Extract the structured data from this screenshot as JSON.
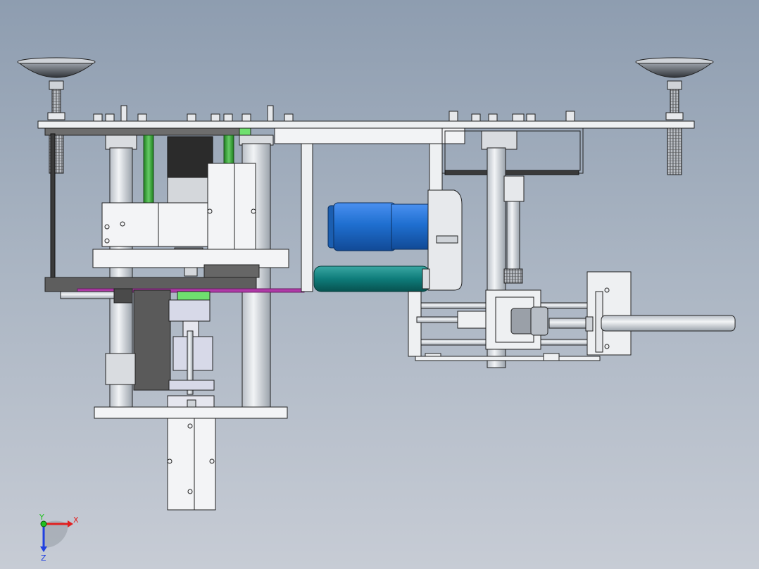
{
  "viewport": {
    "background_top": "#8e9db0",
    "background_bottom": "#c7ccd5"
  },
  "model": {
    "colors": {
      "frame": "#e9ebee",
      "frame_edge": "#2a2a2a",
      "steel": "#d3d7dd",
      "dark_plate": "#5a5a5a",
      "motor_blue": "#1f6fd0",
      "roller_teal": "#0e7c7a",
      "guide_green": "#3fae3f",
      "belt_magenta": "#b03aa8",
      "bright_green": "#6fe06f"
    }
  },
  "triad": {
    "x_label": "X",
    "y_label": "Y",
    "z_label": "Z",
    "x_color": "#e02020",
    "y_color": "#20c020",
    "z_color": "#2040e0"
  }
}
